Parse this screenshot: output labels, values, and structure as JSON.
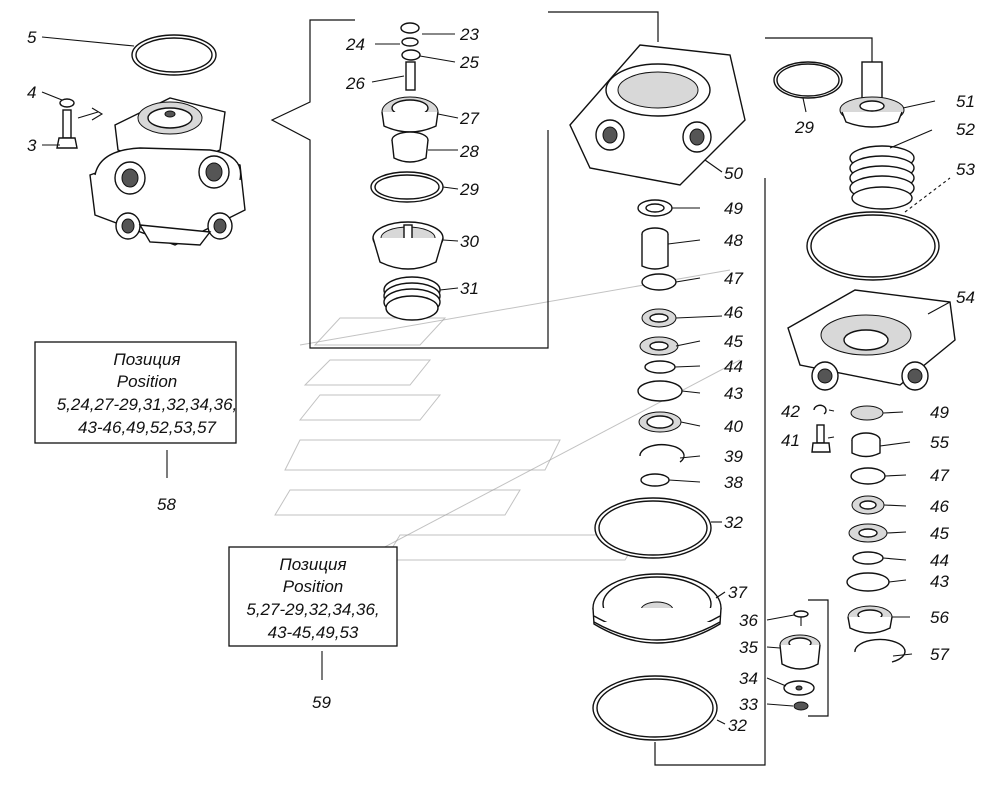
{
  "labels": {
    "l3": "3",
    "l4": "4",
    "l5": "5",
    "l23": "23",
    "l24": "24",
    "l25": "25",
    "l26": "26",
    "l27": "27",
    "l28": "28",
    "l29a": "29",
    "l30": "30",
    "l31": "31",
    "l50": "50",
    "l49a": "49",
    "l48": "48",
    "l47a": "47",
    "l46a": "46",
    "l45a": "45",
    "l44a": "44",
    "l43a": "43",
    "l40": "40",
    "l39": "39",
    "l38": "38",
    "l32a": "32",
    "l37": "37",
    "l32b": "32",
    "l36": "36",
    "l35": "35",
    "l34": "34",
    "l33": "33",
    "l29b": "29",
    "l51": "51",
    "l52": "52",
    "l53": "53",
    "l54": "54",
    "l42": "42",
    "l41": "41",
    "l49b": "49",
    "l55": "55",
    "l47b": "47",
    "l46b": "46",
    "l45b": "45",
    "l44b": "44",
    "l43b": "43",
    "l56": "56",
    "l57": "57",
    "l58": "58",
    "l59": "59"
  },
  "box58": {
    "line1": "Позиция",
    "line2": "Position",
    "line3": "5,24,27-29,31,32,34,36,",
    "line4": "43-46,49,52,53,57"
  },
  "box59": {
    "line1": "Позиция",
    "line2": "Position",
    "line3": "5,27-29,32,34,36,",
    "line4": "43-45,49,53"
  }
}
